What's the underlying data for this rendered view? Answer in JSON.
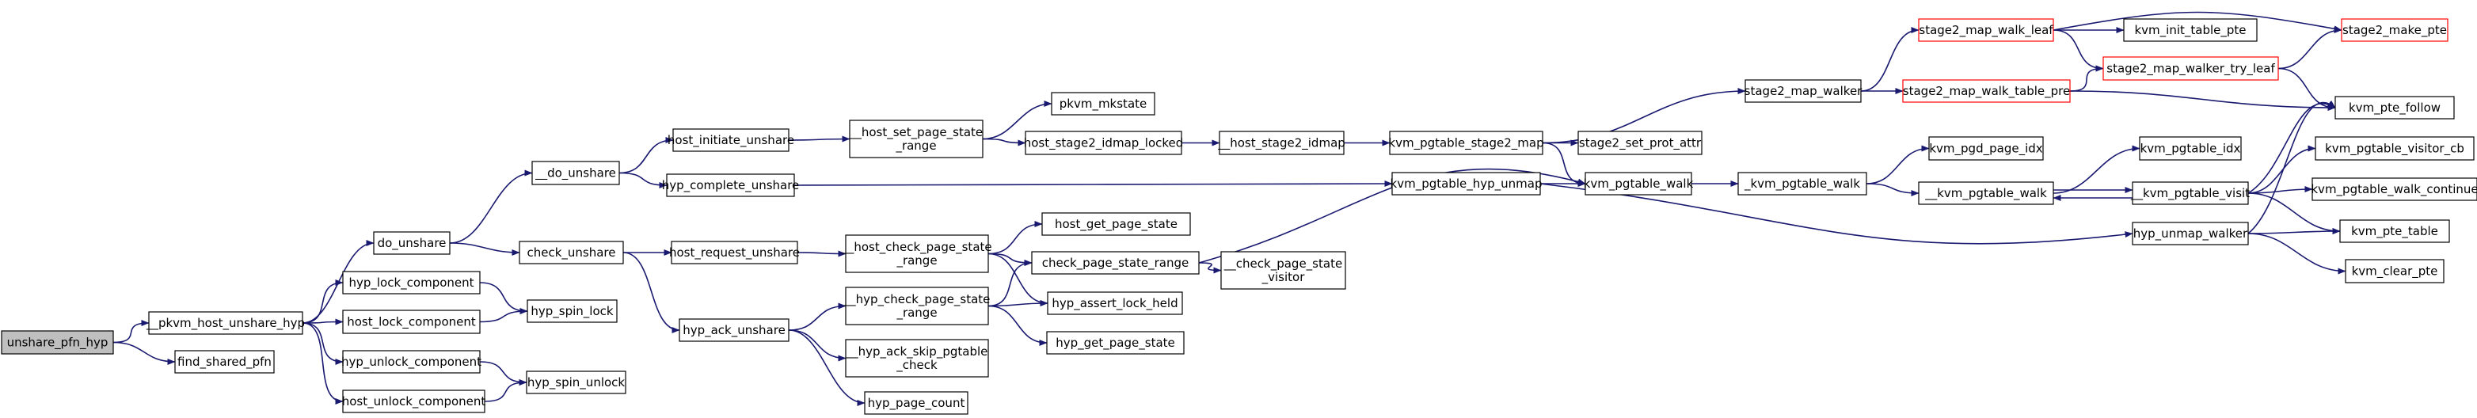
{
  "colors": {
    "edge": "#191970",
    "node_fill": "#ffffff",
    "node_border": "#000000",
    "root_fill": "#bfbfbf",
    "truncated_border": "#ff0000"
  },
  "nodes": [
    {
      "id": "n0",
      "lines": [
        "unshare_pfn_hyp"
      ],
      "root": true
    },
    {
      "id": "n1",
      "lines": [
        "__pkvm_host_unshare_hyp"
      ]
    },
    {
      "id": "n2",
      "lines": [
        "find_shared_pfn"
      ]
    },
    {
      "id": "n3",
      "lines": [
        "do_unshare"
      ]
    },
    {
      "id": "n4",
      "lines": [
        "hyp_lock_component"
      ]
    },
    {
      "id": "n5",
      "lines": [
        "host_lock_component"
      ]
    },
    {
      "id": "n6",
      "lines": [
        "hyp_unlock_component"
      ]
    },
    {
      "id": "n7",
      "lines": [
        "host_unlock_component"
      ]
    },
    {
      "id": "n8",
      "lines": [
        "hyp_spin_lock"
      ]
    },
    {
      "id": "n9",
      "lines": [
        "hyp_spin_unlock"
      ]
    },
    {
      "id": "n10",
      "lines": [
        "__do_unshare"
      ]
    },
    {
      "id": "n11",
      "lines": [
        "check_unshare"
      ]
    },
    {
      "id": "n12",
      "lines": [
        "host_initiate_unshare"
      ]
    },
    {
      "id": "n13",
      "lines": [
        "hyp_complete_unshare"
      ]
    },
    {
      "id": "n14",
      "lines": [
        "host_request_unshare"
      ]
    },
    {
      "id": "n15",
      "lines": [
        "hyp_ack_unshare"
      ]
    },
    {
      "id": "n16",
      "lines": [
        "__host_set_page_state",
        "_range"
      ]
    },
    {
      "id": "n17",
      "lines": [
        "pkvm_mkstate"
      ]
    },
    {
      "id": "n18",
      "lines": [
        "host_stage2_idmap_locked"
      ]
    },
    {
      "id": "n19",
      "lines": [
        "__host_stage2_idmap"
      ]
    },
    {
      "id": "n20",
      "lines": [
        "kvm_pgtable_stage2_map"
      ]
    },
    {
      "id": "n21",
      "lines": [
        "__host_check_page_state",
        "_range"
      ]
    },
    {
      "id": "n22",
      "lines": [
        "__hyp_check_page_state",
        "_range"
      ]
    },
    {
      "id": "n23",
      "lines": [
        "__hyp_ack_skip_pgtable",
        "_check"
      ]
    },
    {
      "id": "n24",
      "lines": [
        "hyp_page_count"
      ]
    },
    {
      "id": "n25",
      "lines": [
        "host_get_page_state"
      ]
    },
    {
      "id": "n26",
      "lines": [
        "check_page_state_range"
      ]
    },
    {
      "id": "n27",
      "lines": [
        "hyp_assert_lock_held"
      ]
    },
    {
      "id": "n28",
      "lines": [
        "hyp_get_page_state"
      ]
    },
    {
      "id": "n29",
      "lines": [
        "__check_page_state",
        "_visitor"
      ]
    },
    {
      "id": "n30",
      "lines": [
        "kvm_pgtable_hyp_unmap"
      ]
    },
    {
      "id": "n31",
      "lines": [
        "kvm_pgtable_walk"
      ]
    },
    {
      "id": "n32",
      "lines": [
        "stage2_set_prot_attr"
      ]
    },
    {
      "id": "n33",
      "lines": [
        "stage2_map_walker"
      ]
    },
    {
      "id": "n34",
      "lines": [
        "_kvm_pgtable_walk"
      ]
    },
    {
      "id": "n35",
      "lines": [
        "hyp_unmap_walker"
      ]
    },
    {
      "id": "n36",
      "lines": [
        "stage2_map_walk_leaf"
      ],
      "truncated": true
    },
    {
      "id": "n37",
      "lines": [
        "stage2_map_walk_table_pre"
      ],
      "truncated": true
    },
    {
      "id": "n38",
      "lines": [
        "kvm_pgd_page_idx"
      ]
    },
    {
      "id": "n39",
      "lines": [
        "__kvm_pgtable_walk"
      ]
    },
    {
      "id": "n40",
      "lines": [
        "kvm_init_table_pte"
      ]
    },
    {
      "id": "n41",
      "lines": [
        "stage2_map_walker_try_leaf"
      ],
      "truncated": true
    },
    {
      "id": "n42",
      "lines": [
        "stage2_make_pte"
      ],
      "truncated": true
    },
    {
      "id": "n43",
      "lines": [
        "kvm_pte_follow"
      ]
    },
    {
      "id": "n44",
      "lines": [
        "kvm_pgtable_idx"
      ]
    },
    {
      "id": "n45",
      "lines": [
        "__kvm_pgtable_visit"
      ]
    },
    {
      "id": "n46",
      "lines": [
        "kvm_pgtable_visitor_cb"
      ]
    },
    {
      "id": "n47",
      "lines": [
        "kvm_pgtable_walk_continue"
      ]
    },
    {
      "id": "n48",
      "lines": [
        "kvm_pte_table"
      ]
    },
    {
      "id": "n49",
      "lines": [
        "kvm_clear_pte"
      ]
    }
  ],
  "edges": [
    [
      "n0",
      "n1"
    ],
    [
      "n0",
      "n2"
    ],
    [
      "n1",
      "n3"
    ],
    [
      "n1",
      "n4"
    ],
    [
      "n1",
      "n5"
    ],
    [
      "n1",
      "n6"
    ],
    [
      "n1",
      "n7"
    ],
    [
      "n4",
      "n8"
    ],
    [
      "n5",
      "n8"
    ],
    [
      "n6",
      "n9"
    ],
    [
      "n7",
      "n9"
    ],
    [
      "n3",
      "n10"
    ],
    [
      "n3",
      "n11"
    ],
    [
      "n10",
      "n12"
    ],
    [
      "n10",
      "n13"
    ],
    [
      "n11",
      "n14"
    ],
    [
      "n11",
      "n15"
    ],
    [
      "n12",
      "n16"
    ],
    [
      "n16",
      "n17"
    ],
    [
      "n16",
      "n18"
    ],
    [
      "n18",
      "n19"
    ],
    [
      "n19",
      "n20"
    ],
    [
      "n13",
      "n30"
    ],
    [
      "n14",
      "n21"
    ],
    [
      "n21",
      "n25"
    ],
    [
      "n21",
      "n26"
    ],
    [
      "n21",
      "n27"
    ],
    [
      "n15",
      "n22"
    ],
    [
      "n15",
      "n23"
    ],
    [
      "n15",
      "n24"
    ],
    [
      "n22",
      "n26"
    ],
    [
      "n22",
      "n27"
    ],
    [
      "n22",
      "n28"
    ],
    [
      "n26",
      "n29"
    ],
    [
      "n26",
      "n31"
    ],
    [
      "n20",
      "n31"
    ],
    [
      "n20",
      "n32"
    ],
    [
      "n20",
      "n33"
    ],
    [
      "n30",
      "n31"
    ],
    [
      "n30",
      "n35"
    ],
    [
      "n31",
      "n34"
    ],
    [
      "n34",
      "n38"
    ],
    [
      "n34",
      "n39"
    ],
    [
      "n33",
      "n36"
    ],
    [
      "n33",
      "n37"
    ],
    [
      "n36",
      "n40"
    ],
    [
      "n36",
      "n41"
    ],
    [
      "n36",
      "n42"
    ],
    [
      "n37",
      "n41"
    ],
    [
      "n37",
      "n43"
    ],
    [
      "n41",
      "n42"
    ],
    [
      "n41",
      "n43"
    ],
    [
      "n39",
      "n44"
    ],
    [
      "n39",
      "n45"
    ],
    [
      "n45",
      "n39"
    ],
    [
      "n45",
      "n43"
    ],
    [
      "n45",
      "n46"
    ],
    [
      "n45",
      "n47"
    ],
    [
      "n45",
      "n48"
    ],
    [
      "n35",
      "n43"
    ],
    [
      "n35",
      "n48"
    ],
    [
      "n35",
      "n49"
    ]
  ]
}
